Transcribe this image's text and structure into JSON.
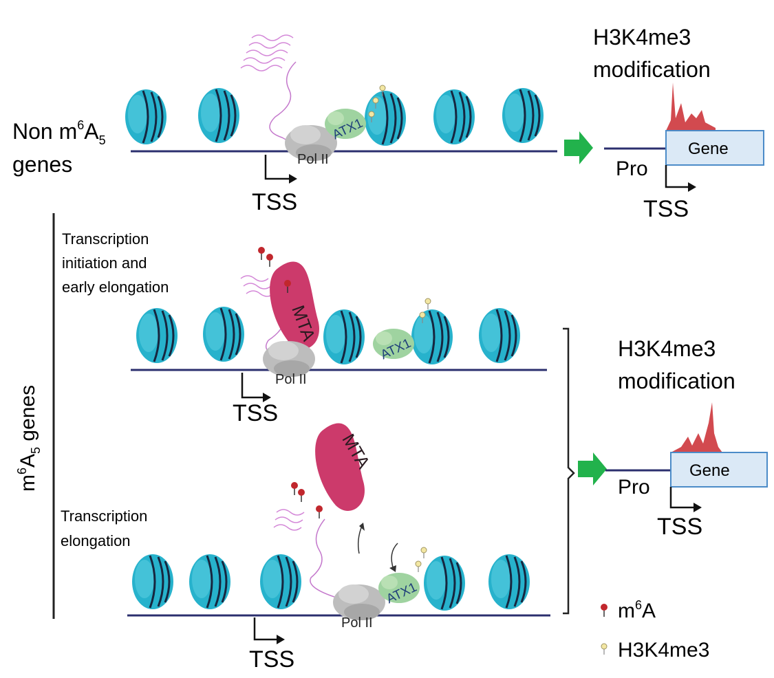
{
  "top": {
    "label_line1": "Non m",
    "label_sup": "6",
    "label_A": "A",
    "label_sub": "5",
    "label_line2": "genes",
    "tss": "TSS",
    "pol": "Pol II",
    "atx": "ATX1",
    "result_title_1": "H3K4me3",
    "result_title_2": "modification",
    "gene": "Gene",
    "pro": "Pro",
    "result_tss": "TSS"
  },
  "bottom": {
    "side_m": "m",
    "side_sup": "6",
    "side_A": "A",
    "side_sub": "5",
    "side_rest": " genes",
    "panel1_line1": "Transcription",
    "panel1_line2": "initiation and",
    "panel1_line3": "early elongation",
    "panel2_line1": "Transcription",
    "panel2_line2": "elongation",
    "mta": "MTA",
    "atx": "ATX1",
    "pol": "Pol II",
    "tss": "TSS",
    "result_title_1": "H3K4me3",
    "result_title_2": "modification",
    "gene": "Gene",
    "pro": "Pro",
    "result_tss": "TSS"
  },
  "legend": {
    "m6a_prefix": "m",
    "m6a_sup": "6",
    "m6a_suffix": "A",
    "h3k4": "H3K4me3"
  },
  "colors": {
    "nucleosome": "#27b2cc",
    "dna": "#2b2f6e",
    "mta": "#cc3a6b",
    "atx": "#9fd3a0",
    "pol": "#bdbdbd",
    "arrow": "#22b24c",
    "peak": "#d24a4f",
    "gene_box": "#dbe9f6",
    "m6a": "#c1272d",
    "h3k4": "#f3e7a3"
  }
}
